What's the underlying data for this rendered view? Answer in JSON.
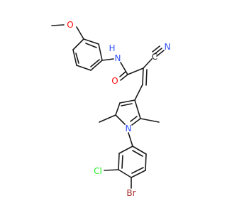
{
  "molecule": {
    "atoms": [
      {
        "id": "O_methoxy",
        "label": "O",
        "color": "#ff0d0d"
      },
      {
        "id": "N_amide",
        "label": "H      ",
        "sublabel": "N",
        "color": "#3050f8"
      },
      {
        "id": "N_nitrile",
        "label": "N",
        "color": "#3050f8"
      },
      {
        "id": "O_carbonyl",
        "label": "O",
        "color": "#ff0d0d"
      },
      {
        "id": "N_pyrrole",
        "label": "N",
        "color": "#3050f8"
      },
      {
        "id": "Cl",
        "label": "Cl",
        "color": "#1ff01f"
      },
      {
        "id": "Br",
        "label": "Br",
        "color": "#a62929"
      }
    ],
    "labels": {
      "o_methoxy": "O",
      "nh": "H",
      "n_amide": "N",
      "c_nitrile": "C",
      "n_nitrile": "N",
      "o_carbonyl": "O",
      "n_pyrrole": "N",
      "cl": "Cl",
      "br": "Br"
    },
    "colors": {
      "bond": "#1a1a1a",
      "oxygen": "#ff0d0d",
      "nitrogen": "#3050f8",
      "chlorine": "#1ff01f",
      "bromine": "#a62929",
      "carbon": "#1a1a1a"
    }
  }
}
